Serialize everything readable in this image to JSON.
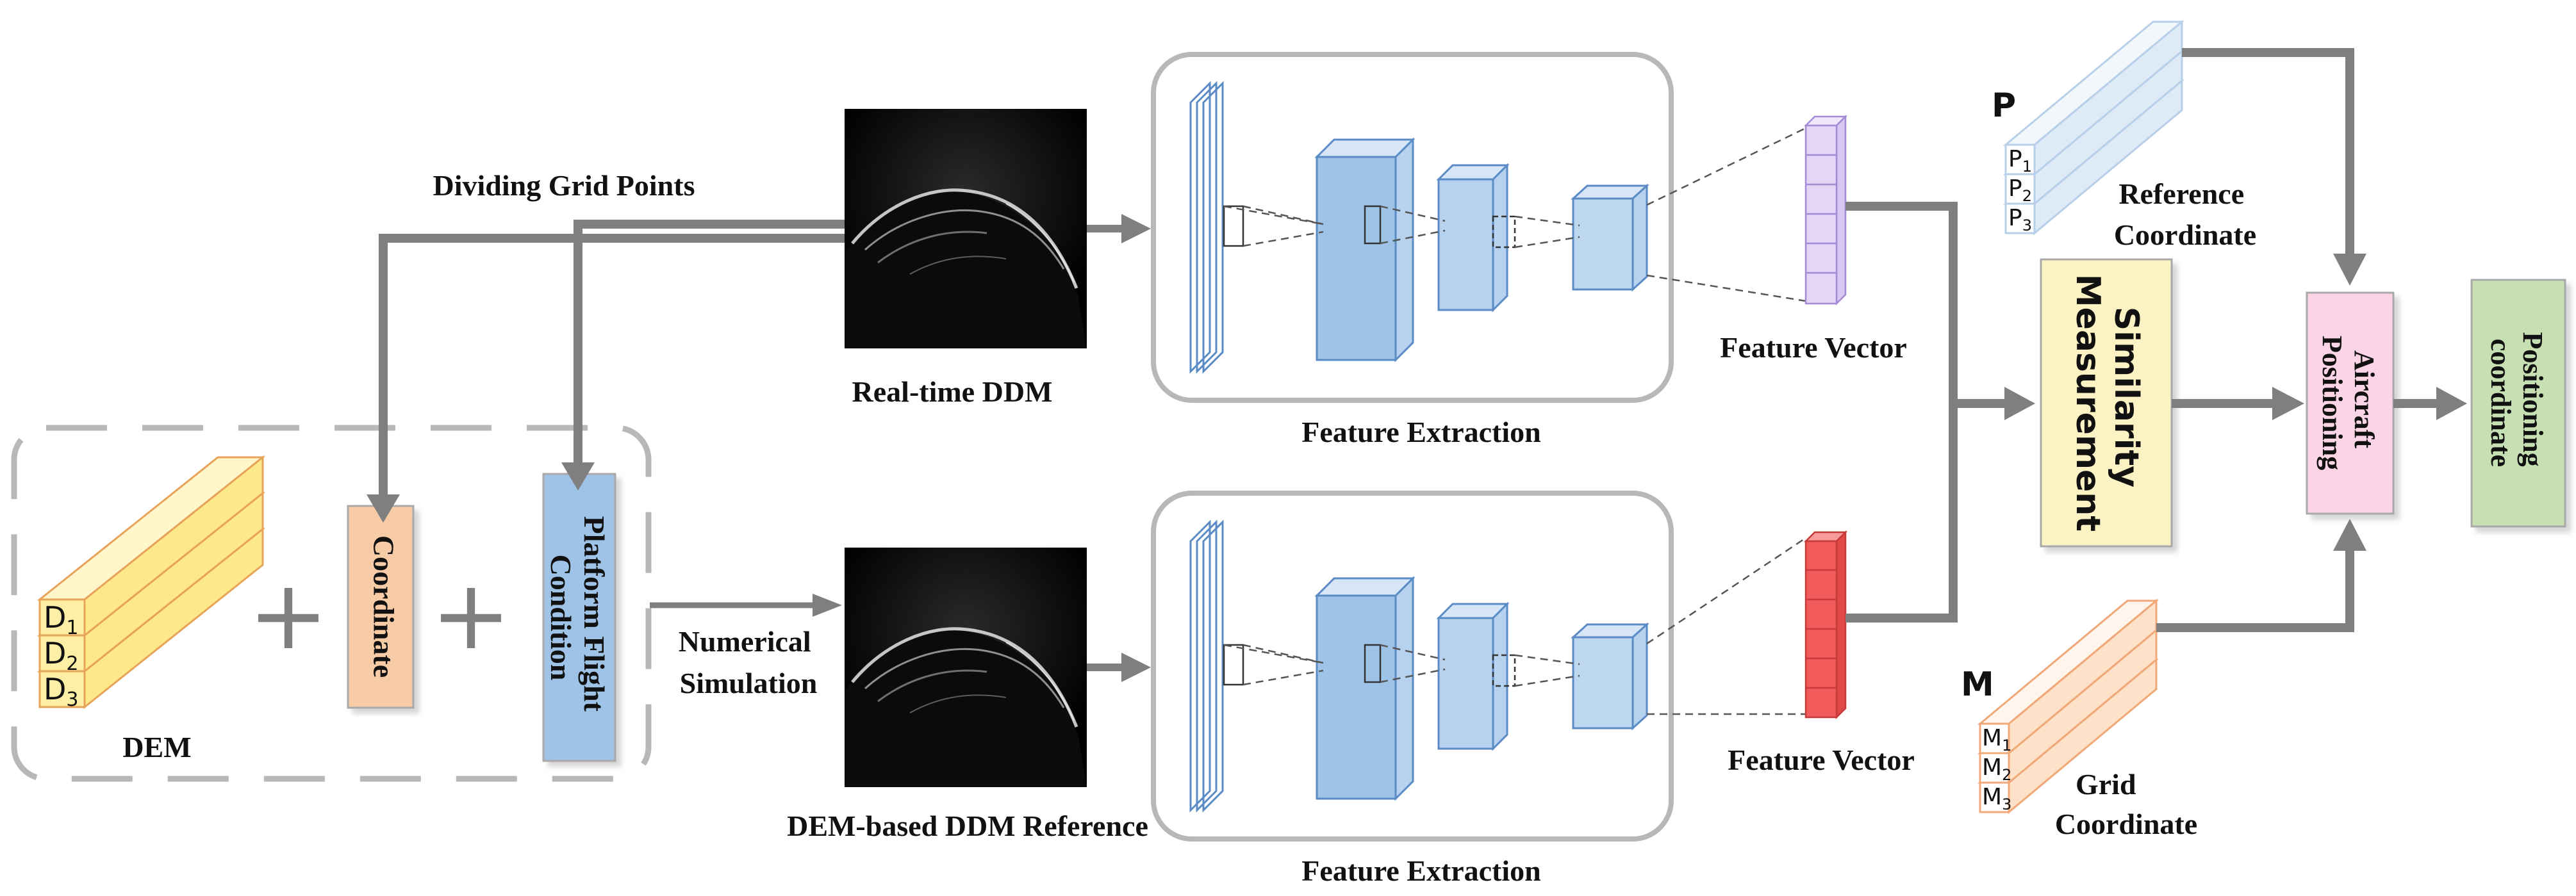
{
  "labels": {
    "dividing_grid_points": "Dividing Grid Points",
    "realtime_ddm": "Real-time DDM",
    "dem_ddm_reference": "DEM-based DDM Reference",
    "numerical": "Numerical",
    "simulation": "Simulation",
    "feature_extraction_top": "Feature Extraction",
    "feature_extraction_bottom": "Feature Extraction",
    "feature_vector_top": "Feature Vector",
    "feature_vector_bottom": "Feature Vector",
    "dem": "DEM",
    "coordinate": "Coordinate",
    "platform_line1": "Platform Flight",
    "platform_line2": "Condition",
    "similarity_line1": "Similarity",
    "similarity_line2": "Measurement",
    "aircraft_line1": "Aircraft",
    "aircraft_line2": "Positioning",
    "positioning_line1": "Positioning",
    "positioning_line2": "coordinate",
    "reference_line1": "Reference",
    "reference_line2": "Coordinate",
    "grid_line1": "Grid",
    "grid_line2": "Coordinate"
  },
  "stacks": {
    "dem": {
      "letter": "D",
      "subs": [
        "1",
        "2",
        "3"
      ]
    },
    "p": {
      "title": "P",
      "letter": "P",
      "subs": [
        "1",
        "2",
        "3"
      ]
    },
    "m": {
      "title": "M",
      "letter": "M",
      "subs": [
        "1",
        "2",
        "3"
      ]
    }
  },
  "operators": {
    "plus": "+"
  },
  "colors": {
    "arrow": "#7f7f7f",
    "dem_fill": "#fdf0a6",
    "dem_edge": "#e8a35a",
    "coordinate_fill": "#f8cba7",
    "platform_fill": "#9ec3e6",
    "similarity_fill": "#fdf2c4",
    "aircraft_fill": "#fbd5e6",
    "positioning_fill": "#c6e0b4",
    "cnn_block": "#9ec3e6",
    "vector_top": "#e3d6f6",
    "vector_bottom": "#f25b5b",
    "p_stack": "#deebf7",
    "m_stack": "#fde8d6"
  }
}
